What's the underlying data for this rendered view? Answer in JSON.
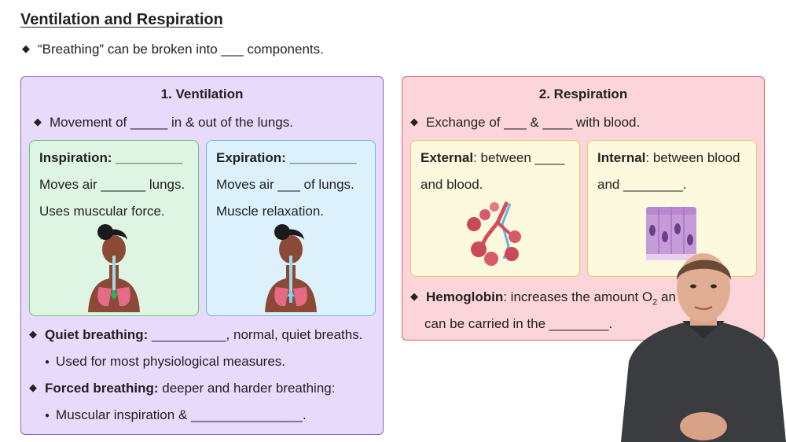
{
  "header": {
    "title": "Ventilation and Respiration",
    "bullet": "“Breathing” can be broken into ___ components."
  },
  "ventilation": {
    "title": "1. Ventilation",
    "bullet": "Movement of _____ in & out of the lungs.",
    "inspiration": {
      "heading": "Inspiration: _________",
      "line1": "Moves air ______ lungs.",
      "line2": "Uses muscular force."
    },
    "expiration": {
      "heading": "Expiration: _________",
      "line1": "Moves air ___ of lungs.",
      "line2": "Muscle relaxation."
    },
    "quiet": {
      "label": "Quiet breathing:",
      "text": " __________, normal, quiet breaths.",
      "sub": "Used for most physiological measures."
    },
    "forced": {
      "label": "Forced breathing:",
      "text": " deeper and harder breathing:",
      "sub": "Muscular inspiration & _______________."
    }
  },
  "respiration": {
    "title": "2. Respiration",
    "bullet": "Exchange of ___ & ____ with blood.",
    "external": {
      "label": "External",
      "line1": ": between ____",
      "line2": "and blood."
    },
    "internal": {
      "label": "Internal",
      "line1": ": between blood",
      "line2": "and ________."
    },
    "hemoglobin": {
      "label": "Hemoglobin",
      "line1_pre": ": increases the amount O",
      "sub2": "2",
      "line1_post": " an",
      "line2": "can be carried in the ________."
    }
  },
  "colors": {
    "ventilation_bg": "#e8dafb",
    "respiration_bg": "#fbd5da",
    "inspiration_bg": "#dff5e4",
    "expiration_bg": "#dcf1fb",
    "exchange_bg": "#fdf9df"
  }
}
